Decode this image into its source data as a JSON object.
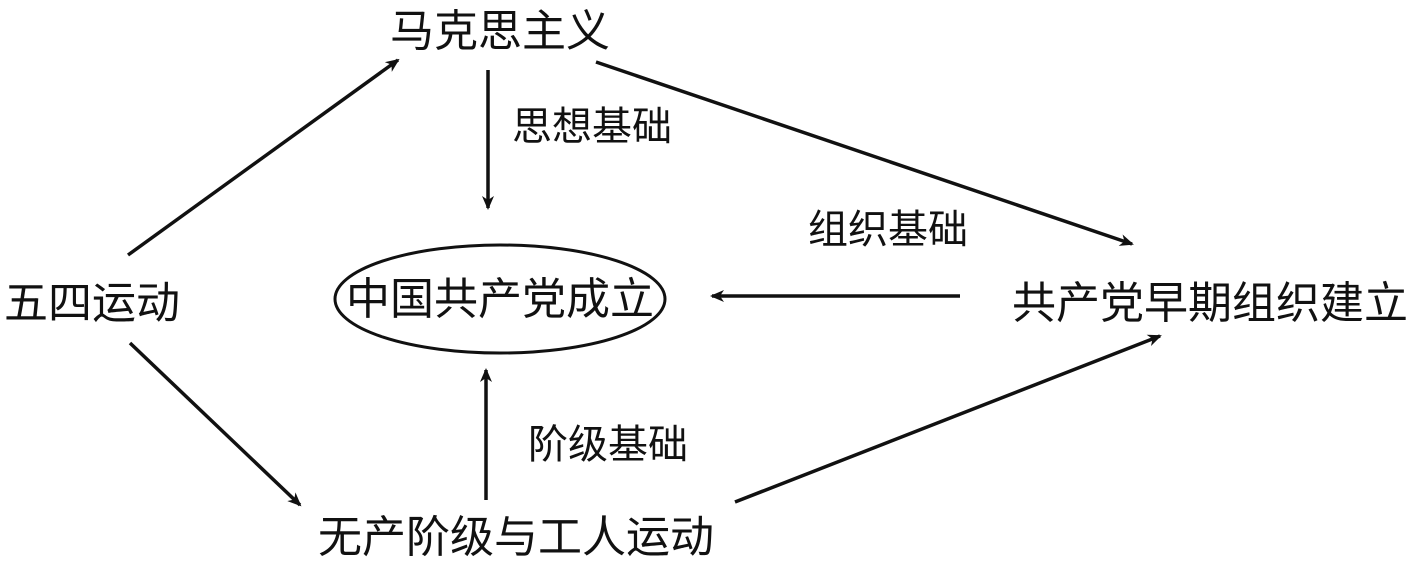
{
  "nodes": {
    "marxism": "马克思主义",
    "may_fourth": "五四运动",
    "cpc_founding": "中国共产党成立",
    "early_orgs": "共产党早期组织建立",
    "proletariat": "无产阶级与工人运动"
  },
  "edge_labels": {
    "ideological": "思想基础",
    "organizational": "组织基础",
    "class": "阶级基础"
  },
  "colors": {
    "ink": "#111111",
    "background": "#ffffff"
  }
}
